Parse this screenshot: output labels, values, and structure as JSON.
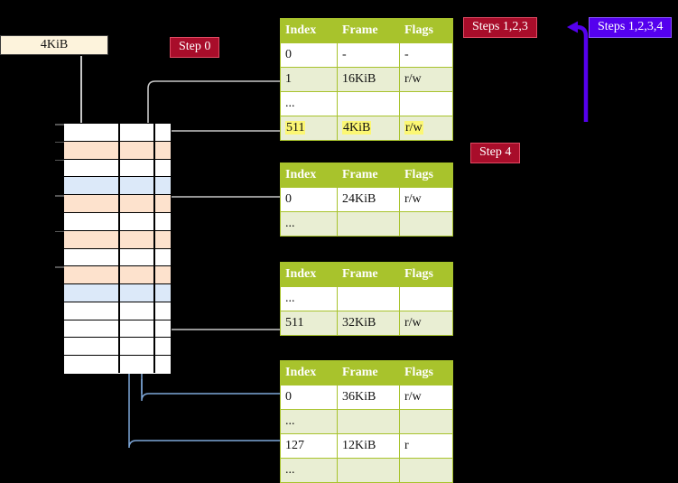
{
  "labels": {
    "size_box": "4KiB",
    "step0": "Step 0",
    "steps123": "Steps 1,2,3",
    "steps1234": "Steps 1,2,3,4",
    "step4": "Step 4"
  },
  "colors": {
    "badge_crimson": "#a80d2a",
    "badge_violet": "#5500ee",
    "table_header": "#a8c32c",
    "table_alt_row": "#e9eed3",
    "highlight": "#fcf774",
    "mem_peach": "#fde2cd",
    "mem_blue": "#dce9f9",
    "wire_gray": "#b9b9b9",
    "wire_blue": "#7da7d9",
    "size_box_fill": "#fdf3dc"
  },
  "memory_grid": {
    "rows": [
      {
        "fill": "white",
        "tick": true
      },
      {
        "fill": "peach",
        "tick": true
      },
      {
        "fill": "white",
        "tick": true
      },
      {
        "fill": "blue",
        "tick": false
      },
      {
        "fill": "peach",
        "tick": true
      },
      {
        "fill": "white",
        "tick": false
      },
      {
        "fill": "peach",
        "tick": true
      },
      {
        "fill": "white",
        "tick": false
      },
      {
        "fill": "peach",
        "tick": true
      },
      {
        "fill": "blue",
        "tick": false
      },
      {
        "fill": "white",
        "tick": false
      },
      {
        "fill": "white",
        "tick": false
      },
      {
        "fill": "white",
        "tick": false
      },
      {
        "fill": "white",
        "tick": false
      }
    ]
  },
  "tables": [
    {
      "name": "page-table-level-1",
      "headers": [
        "Index",
        "Frame",
        "Flags"
      ],
      "rows": [
        {
          "style": "plain",
          "highlight": false,
          "cells": [
            "0",
            "-",
            "-"
          ]
        },
        {
          "style": "alt",
          "highlight": false,
          "cells": [
            "1",
            "16KiB",
            "r/w"
          ]
        },
        {
          "style": "plain",
          "highlight": false,
          "cells": [
            "...",
            "",
            ""
          ]
        },
        {
          "style": "alt",
          "highlight": true,
          "cells": [
            "511",
            "4KiB",
            "r/w"
          ]
        }
      ]
    },
    {
      "name": "page-table-level-2",
      "headers": [
        "Index",
        "Frame",
        "Flags"
      ],
      "rows": [
        {
          "style": "plain",
          "highlight": false,
          "cells": [
            "0",
            "24KiB",
            "r/w"
          ]
        },
        {
          "style": "alt",
          "highlight": false,
          "cells": [
            "...",
            "",
            ""
          ]
        }
      ]
    },
    {
      "name": "page-table-level-3",
      "headers": [
        "Index",
        "Frame",
        "Flags"
      ],
      "rows": [
        {
          "style": "plain",
          "highlight": false,
          "cells": [
            "...",
            "",
            ""
          ]
        },
        {
          "style": "alt",
          "highlight": false,
          "cells": [
            "511",
            "32KiB",
            "r/w"
          ]
        }
      ]
    },
    {
      "name": "page-table-level-4",
      "headers": [
        "Index",
        "Frame",
        "Flags"
      ],
      "rows": [
        {
          "style": "plain",
          "highlight": false,
          "cells": [
            "0",
            "36KiB",
            "r/w"
          ]
        },
        {
          "style": "alt",
          "highlight": false,
          "cells": [
            "...",
            "",
            ""
          ]
        },
        {
          "style": "plain",
          "highlight": false,
          "cells": [
            "127",
            "12KiB",
            "r"
          ]
        },
        {
          "style": "alt",
          "highlight": false,
          "cells": [
            "...",
            "",
            ""
          ]
        }
      ]
    }
  ]
}
